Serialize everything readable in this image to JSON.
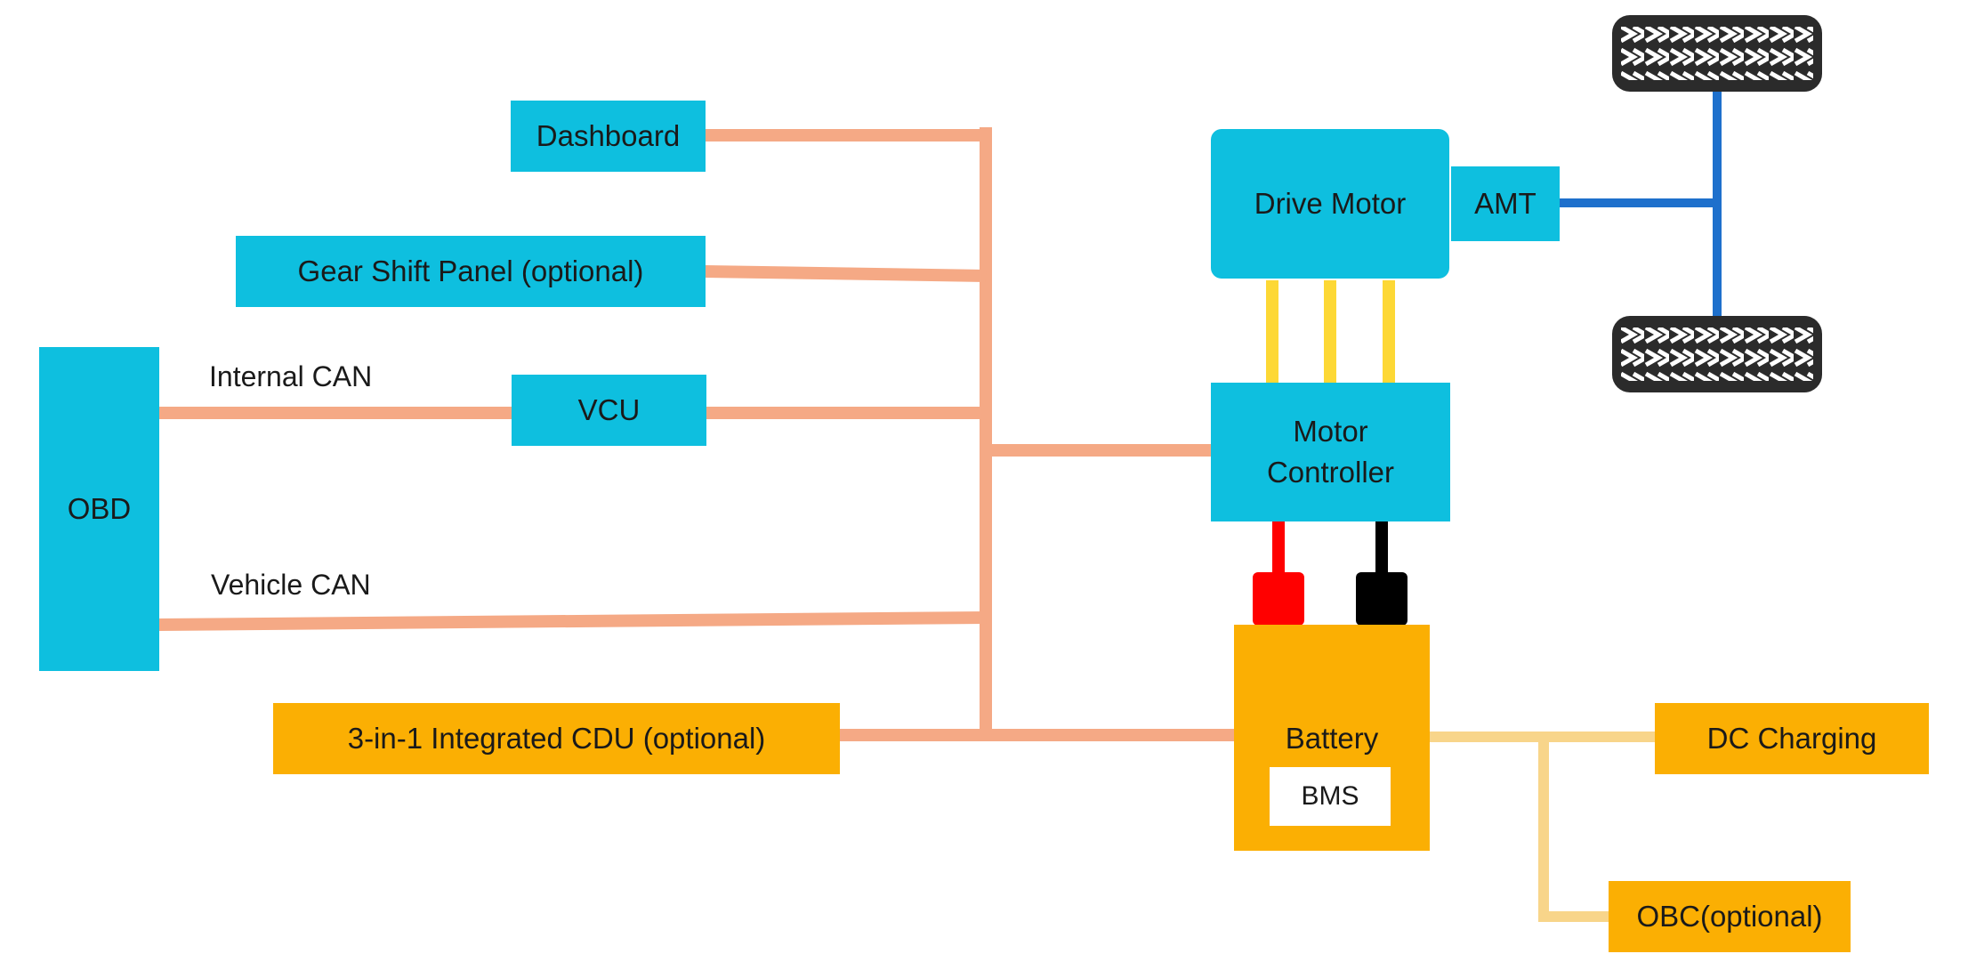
{
  "nodes": {
    "dashboard": "Dashboard",
    "gear_shift_panel": "Gear Shift Panel (optional)",
    "obd": "OBD",
    "vcu": "VCU",
    "cdu": "3-in-1 Integrated CDU (optional)",
    "drive_motor": "Drive Motor",
    "amt": "AMT",
    "motor_controller": "Motor\nController",
    "battery": "Battery",
    "bms": "BMS",
    "dc_charging": "DC Charging",
    "obc": "OBC(optional)"
  },
  "labels": {
    "internal_can": "Internal CAN",
    "vehicle_can": "Vehicle CAN"
  },
  "colors": {
    "blue_box": "#0ebfdf",
    "orange_box": "#fbaf03",
    "can_bus": "#f5a985",
    "charge_line": "#f8d58a",
    "phase_line": "#fdd835",
    "axle": "#1e70cc",
    "positive": "#ff0000",
    "negative": "#000000",
    "tire": "#2b2b2b"
  },
  "icons": [
    "tire-icon",
    "tire-icon",
    "positive-terminal-icon",
    "negative-terminal-icon"
  ]
}
